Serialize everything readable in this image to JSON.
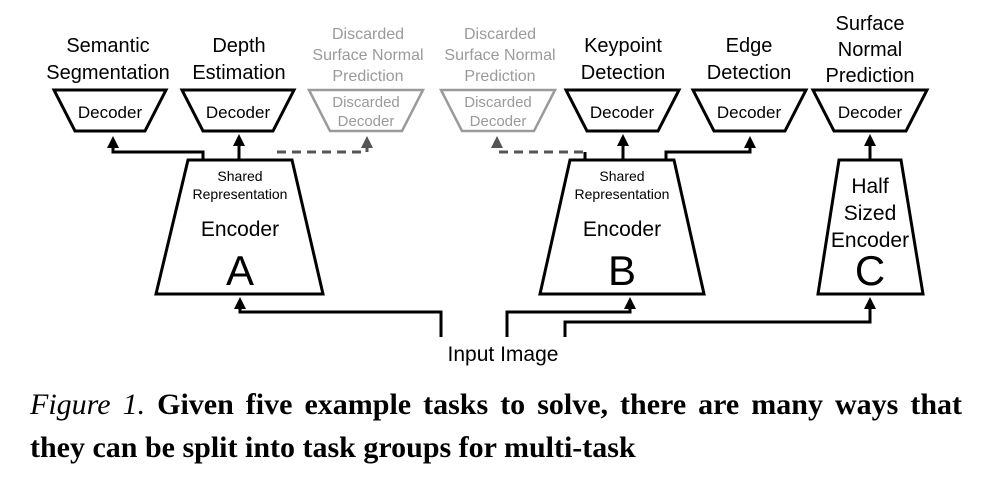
{
  "diagram": {
    "decoders": {
      "semantic_segmentation": {
        "label_lines": [
          "Semantic",
          "Segmentation"
        ],
        "box": "Decoder"
      },
      "depth_estimation": {
        "label_lines": [
          "Depth",
          "Estimation"
        ],
        "box": "Decoder"
      },
      "discarded_a": {
        "label_lines": [
          "Discarded",
          "Surface Normal",
          "Prediction"
        ],
        "box_lines": [
          "Discarded",
          "Decoder"
        ]
      },
      "discarded_b": {
        "label_lines": [
          "Discarded",
          "Surface Normal",
          "Prediction"
        ],
        "box_lines": [
          "Discarded",
          "Decoder"
        ]
      },
      "keypoint_detection": {
        "label_lines": [
          "Keypoint",
          "Detection"
        ],
        "box": "Decoder"
      },
      "edge_detection": {
        "label_lines": [
          "Edge",
          "Detection"
        ],
        "box": "Decoder"
      },
      "surface_normal_prediction": {
        "label_lines": [
          "Surface",
          "Normal",
          "Prediction"
        ],
        "box": "Decoder"
      }
    },
    "encoders": {
      "a": {
        "shared_lines": [
          "Shared",
          "Representation"
        ],
        "name": "Encoder",
        "letter": "A"
      },
      "b": {
        "shared_lines": [
          "Shared",
          "Representation"
        ],
        "name": "Encoder",
        "letter": "B"
      },
      "c": {
        "name_lines": [
          "Half",
          "Sized",
          "Encoder"
        ],
        "letter": "C"
      }
    },
    "input_label": "Input Image"
  },
  "caption": {
    "label": "Figure 1.",
    "text": "Given five example tasks to solve, there are many ways that they can be split into task groups for multi-task"
  }
}
